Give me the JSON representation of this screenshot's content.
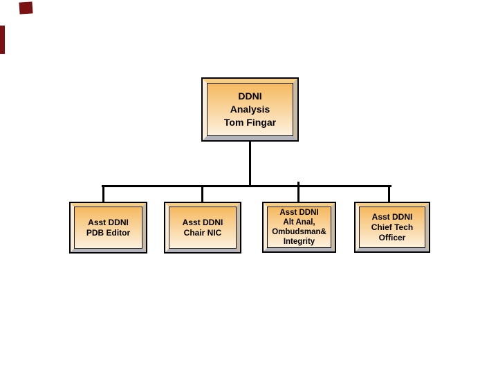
{
  "colors": {
    "decor": "#7a1113",
    "fill_top": "#f5b95f",
    "fill_bottom": "#fdf1de",
    "bevel_top": "#f5cd84",
    "bevel_left": "#faeed8",
    "bevel_right": "#c8bca6",
    "bevel_bottom": "#b3b3bb",
    "line": "#000000",
    "text": "#000000"
  },
  "org_chart": {
    "root": {
      "lines": [
        "DDNI",
        "Analysis",
        "Tom Fingar"
      ]
    },
    "children": [
      {
        "lines": [
          "Asst DDNI",
          "PDB Editor"
        ]
      },
      {
        "lines": [
          "Asst DDNI",
          "Chair NIC"
        ]
      },
      {
        "lines": [
          "Asst DDNI",
          "Alt Anal,",
          "Ombudsman&",
          "Integrity"
        ]
      },
      {
        "lines": [
          "Asst DDNI",
          "Chief Tech",
          "Officer"
        ]
      }
    ]
  }
}
